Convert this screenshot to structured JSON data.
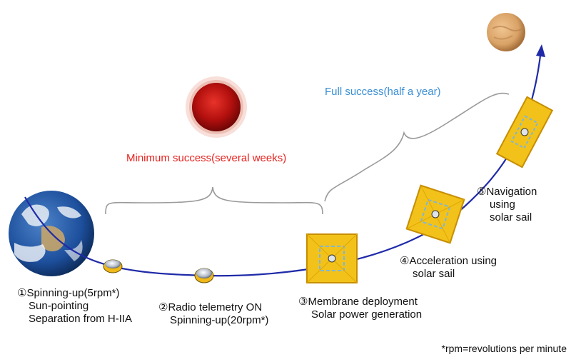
{
  "colors": {
    "trajectory": "#1f2aa8",
    "minimum_success_text": "#e8231f",
    "full_success_text": "#3a8fd6",
    "sail": "#f2c21a",
    "sun": "#b3100e",
    "venus": "#d9a266",
    "earth_ocean": "#1d4f9c"
  },
  "icons": [
    "earth-icon",
    "sun-icon",
    "venus-icon",
    "spacecraft-icon",
    "solar-sail-icon"
  ],
  "success_labels": {
    "minimum": "Minimum success(several weeks)",
    "full": "Full success(half a year)"
  },
  "steps": [
    {
      "number": "①",
      "lines": [
        "Spinning-up(5rpm*)",
        "Sun-pointing",
        "Separation from H-IIA"
      ]
    },
    {
      "number": "②",
      "lines": [
        "Radio telemetry ON",
        "Spinning-up(20rpm*)"
      ]
    },
    {
      "number": "③",
      "lines": [
        "Membrane deployment",
        "Solar power generation"
      ]
    },
    {
      "number": "④",
      "lines": [
        "Acceleration using",
        "solar sail"
      ]
    },
    {
      "number": "⑤",
      "lines": [
        "Navigation",
        "using",
        "solar sail"
      ]
    }
  ],
  "footnote": "*rpm=revolutions per minute"
}
